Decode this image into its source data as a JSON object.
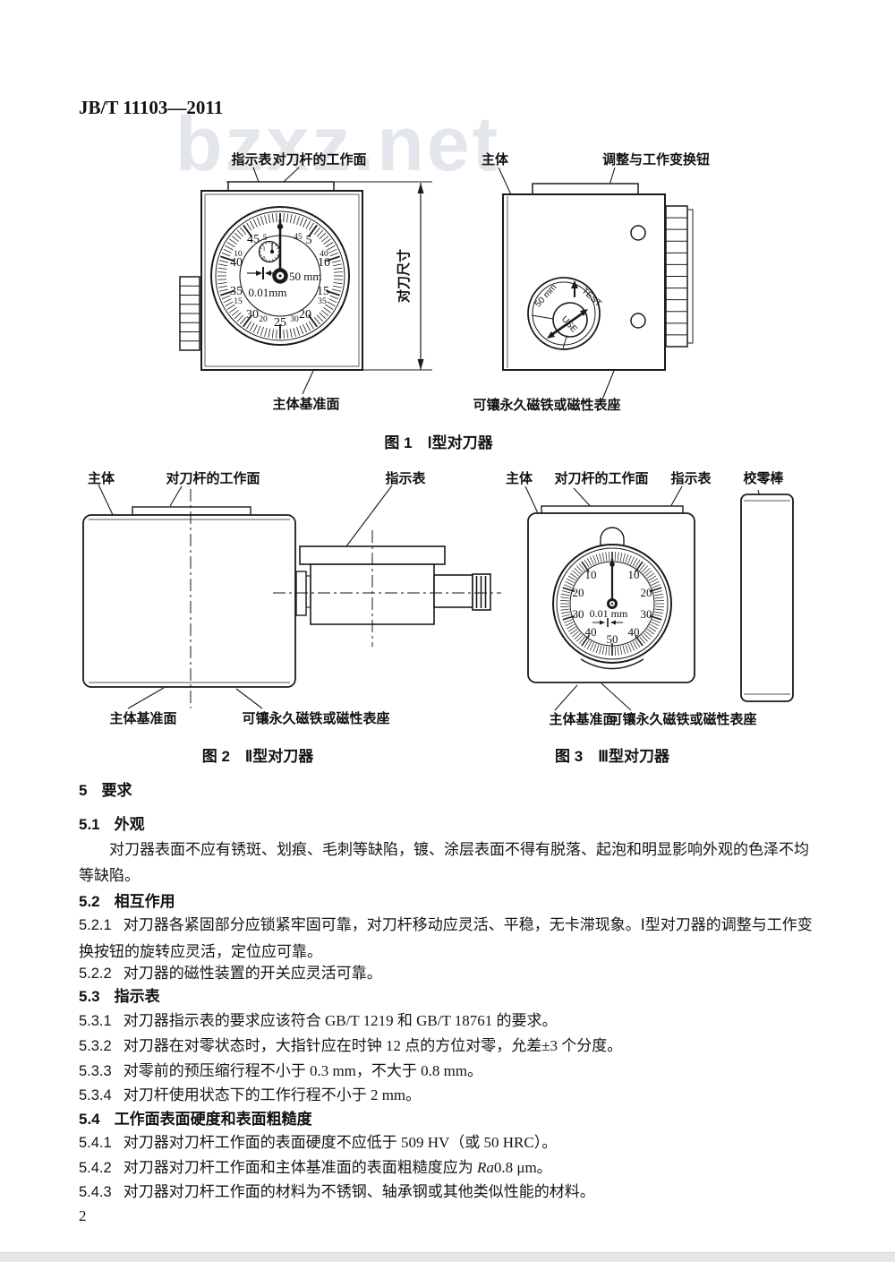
{
  "page": {
    "header": "JB/T 11103—2011",
    "watermark": "bzxz.net",
    "page_number": "2"
  },
  "fig1": {
    "caption": "图 1　Ⅰ型对刀器",
    "labels": {
      "indicator": "指示表",
      "work_surface": "对刀杆的工作面",
      "body": "主体",
      "knob": "调整与工作变换钮",
      "dimension": "对刀尺寸",
      "datum": "主体基准面",
      "magnet": "可镶永久磁铁或磁性表座"
    },
    "dial": {
      "range": "50 mm",
      "graduation": "0.01mm",
      "n_ul_big": "45",
      "n_ul_small": "5",
      "n_ur_small": "45",
      "n_ur_big": "5",
      "n_l_small": "10",
      "n_l_big": "40",
      "n_r_small": "40",
      "n_r_big": "10",
      "n_ll_big": "35",
      "n_ll_small": "15",
      "n_lr_big": "15",
      "n_lr_small": "35",
      "n_bl_big": "30",
      "n_bl_small": "20",
      "n_br_big": "20",
      "n_br_small": "30",
      "n_bottom": "25",
      "sub_1": "1",
      "sub_2": "2"
    },
    "knob": {
      "range": "50 mm",
      "test": "TEST",
      "use": "USE"
    }
  },
  "fig2": {
    "caption": "图 2　Ⅱ型对刀器",
    "labels": {
      "body": "主体",
      "work_surface": "对刀杆的工作面",
      "indicator": "指示表",
      "datum": "主体基准面",
      "magnet": "可镶永久磁铁或磁性表座"
    }
  },
  "fig3": {
    "caption": "图 3　Ⅲ型对刀器",
    "labels": {
      "body": "主体",
      "work_surface": "对刀杆的工作面",
      "indicator": "指示表",
      "rod": "校零棒",
      "datum": "主体基准面",
      "magnet": "可镶永久磁铁或磁性表座"
    },
    "dial": {
      "graduation": "0.01 mm",
      "n_l1": "10",
      "n_l2": "20",
      "n_l3": "30",
      "n_l4": "40",
      "n_r1": "10",
      "n_r2": "20",
      "n_r3": "30",
      "n_r4": "40",
      "n_bottom": "50"
    }
  },
  "sections": {
    "h5_no": "5",
    "h5_title": "要求",
    "h51_no": "5.1",
    "h51_title": "外观",
    "p51": "对刀器表面不应有锈斑、划痕、毛刺等缺陷，镀、涂层表面不得有脱落、起泡和明显影响外观的色泽不均等缺陷。",
    "h52_no": "5.2",
    "h52_title": "相互作用",
    "p521_no": "5.2.1",
    "p521": "对刀器各紧固部分应锁紧牢固可靠，对刀杆移动应灵活、平稳，无卡滞现象。Ⅰ型对刀器的调整与工作变换按钮的旋转应灵活，定位应可靠。",
    "p522_no": "5.2.2",
    "p522": "对刀器的磁性装置的开关应灵活可靠。",
    "h53_no": "5.3",
    "h53_title": "指示表",
    "p531_no": "5.3.1",
    "p531": "对刀器指示表的要求应该符合 GB/T 1219 和 GB/T 18761 的要求。",
    "p532_no": "5.3.2",
    "p532": "对刀器在对零状态时，大指针应在时钟 12 点的方位对零，允差±3 个分度。",
    "p533_no": "5.3.3",
    "p533": "对零前的预压缩行程不小于 0.3 mm，不大于 0.8 mm。",
    "p534_no": "5.3.4",
    "p534": "对刀杆使用状态下的工作行程不小于 2 mm。",
    "h54_no": "5.4",
    "h54_title": "工作面表面硬度和表面粗糙度",
    "p541_no": "5.4.1",
    "p541": "对刀器对刀杆工作面的表面硬度不应低于 509 HV（或 50 HRC）。",
    "p542_no": "5.4.2",
    "p542_pre": "对刀器对刀杆工作面和主体基准面的表面粗糙度应为 ",
    "p542_ra": "Ra",
    "p542_post": "0.8 μm。",
    "p543_no": "5.4.3",
    "p543": "对刀器对刀杆工作面的材料为不锈钢、轴承钢或其他类似性能的材料。"
  }
}
